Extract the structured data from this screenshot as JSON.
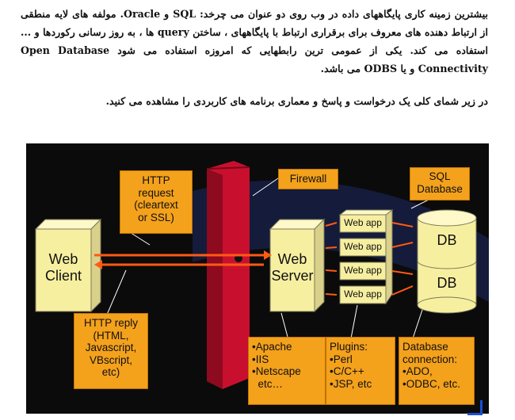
{
  "text": {
    "paragraph1": "بیشترین زمینه کاری پایگاههای داده در وب روی دو عنوان می چرخد: SQL و Oracle. مولفه های لایه منطقی از ارتباط دهنده های معروف برای برقراری ارتباط با پایگاههای ، ساختن query ها ، به روز رسانی رکوردها و ... استفاده می کند. یکی از عمومی ترین رابطهایی که امروزه استفاده می شود Open Database Connectivity و یا ODBS می باشد.",
    "paragraph2": "در زیر شمای کلی یک درخواست و پاسخ و معماری برنامه های کاربردی را مشاهده می کنید."
  },
  "diagram": {
    "http_request": [
      "HTTP",
      "request",
      "(cleartext",
      "or SSL)"
    ],
    "http_reply": [
      "HTTP reply",
      "(HTML,",
      "Javascript,",
      "VBscript,",
      "etc)"
    ],
    "web_client": [
      "Web",
      "Client"
    ],
    "web_server": [
      "Web",
      "Server"
    ],
    "firewall": "Firewall",
    "sql_database": [
      "SQL",
      "Database"
    ],
    "web_apps": [
      "Web app",
      "Web app",
      "Web app",
      "Web app"
    ],
    "db_labels": [
      "DB",
      "DB"
    ],
    "server_list": [
      "•Apache",
      "•IIS",
      "•Netscape",
      "  etc…"
    ],
    "plugins": [
      "Plugins:",
      "•Perl",
      "•C/C++",
      "•JSP, etc"
    ],
    "db_connection": [
      "Database",
      "connection:",
      "•ADO,",
      "•ODBC, etc."
    ]
  },
  "colors": {
    "panel": "#0b0b0b",
    "box_fill": "#f7efa0",
    "callout_orange": "#f4a11c",
    "firewall_red": "#c8102e",
    "arrow": "#ff5a14"
  }
}
